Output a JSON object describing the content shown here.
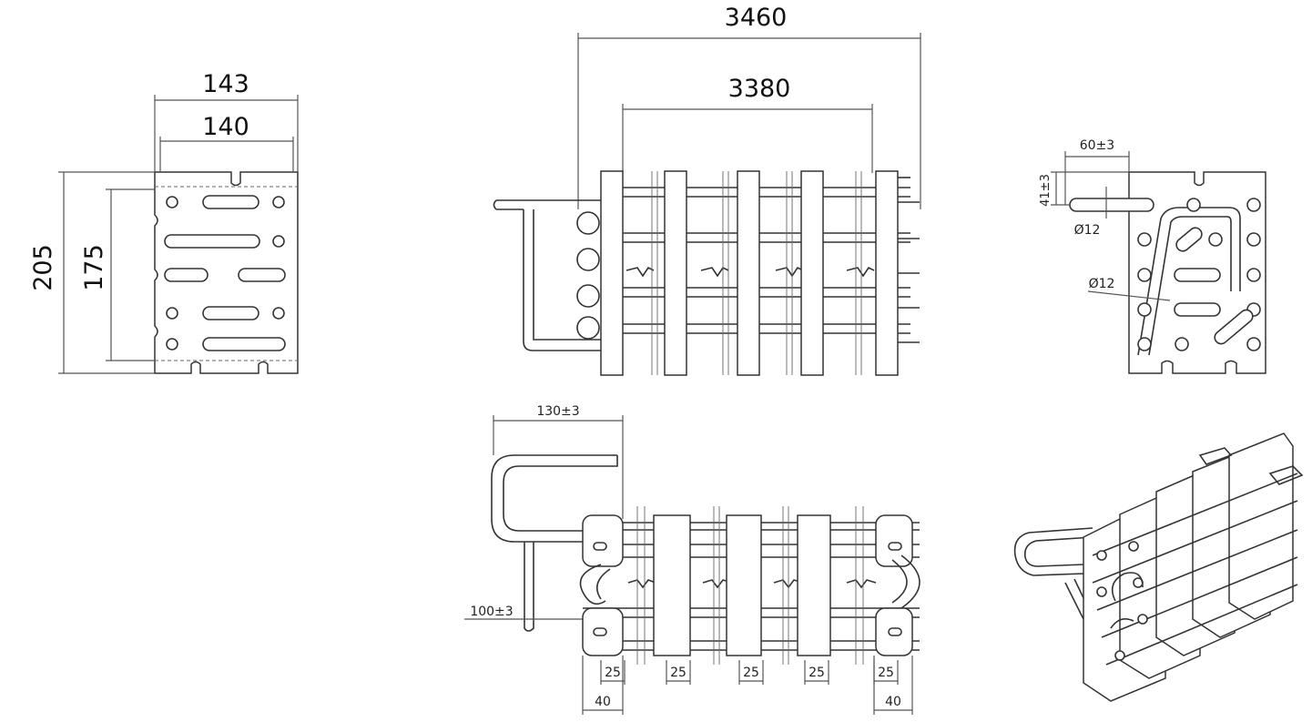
{
  "front_view": {
    "outer_width": "143",
    "inner_width": "140",
    "outer_height": "205",
    "inner_height": "175"
  },
  "top_view": {
    "overall_length": "3460",
    "inner_length": "3380"
  },
  "side_view": {
    "offset": "60±3",
    "height_offset": "41±3",
    "tube_dia_top": "Ø12",
    "tube_dia_mid": "Ø12"
  },
  "bottom_view": {
    "handle_length": "130±3",
    "handle_height": "100±3",
    "spacings": [
      "25",
      "25",
      "25",
      "25",
      "25"
    ],
    "end_left": "40",
    "end_right": "40"
  }
}
